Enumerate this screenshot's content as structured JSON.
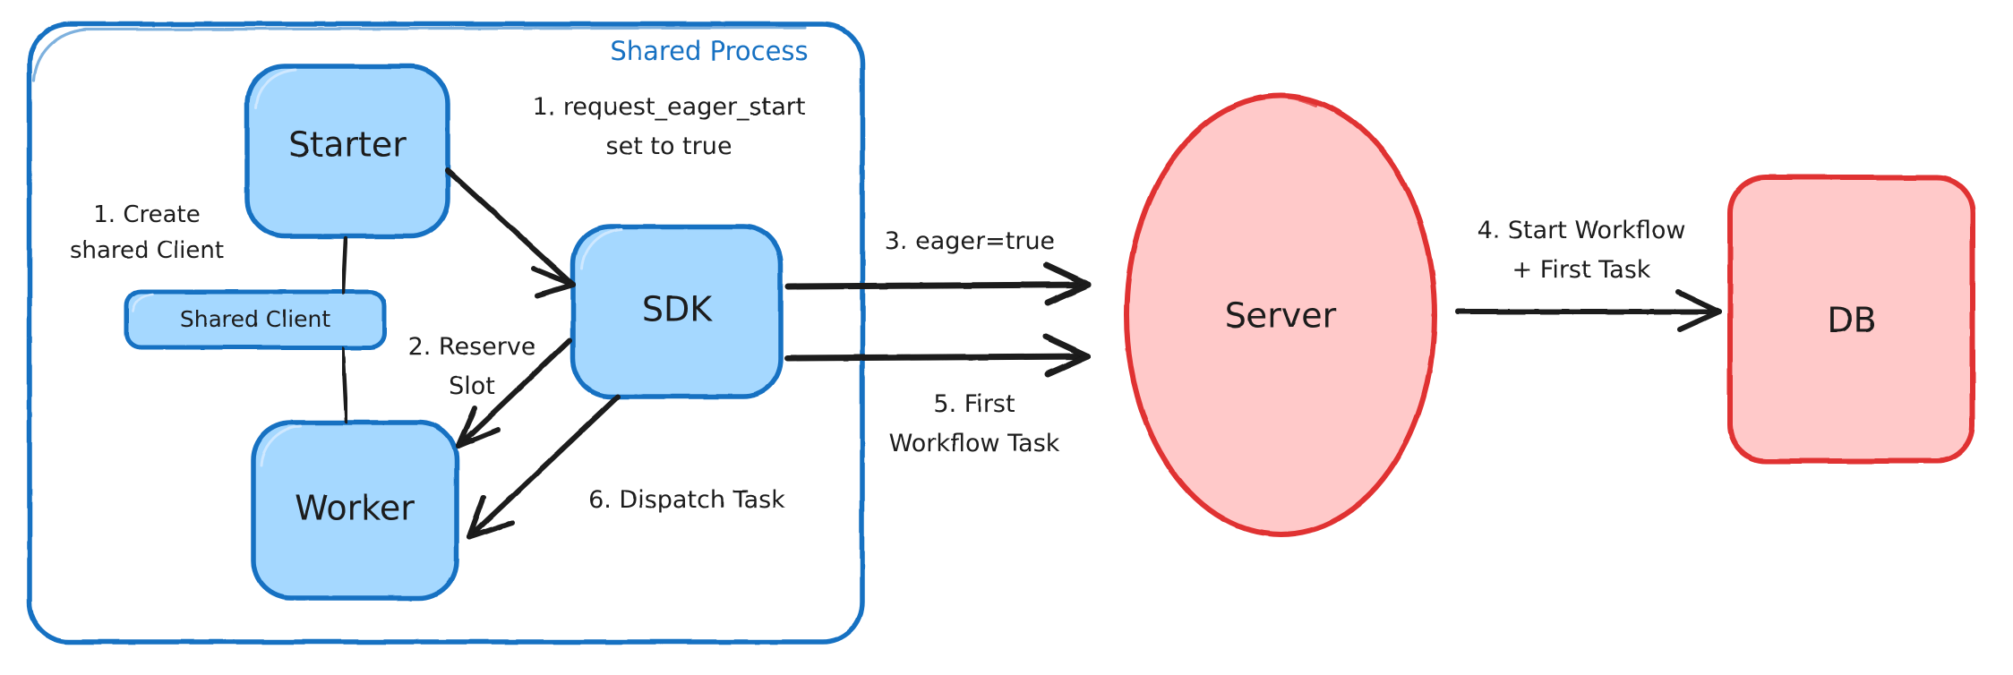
{
  "diagram": {
    "title": "Eager Workflow Start",
    "style": "hand-drawn excalidraw sketch",
    "background": "#ffffff"
  },
  "colors": {
    "blue_fill": "#a5d8ff",
    "blue_stroke": "#1971c2",
    "blue_text": "#1971c2",
    "red_fill": "#ffc9c9",
    "red_stroke": "#e03131",
    "text": "#1a1a1a",
    "arrow": "#1a1a1a"
  },
  "container": {
    "name": "shared-process",
    "label": "Shared Process",
    "label_color": "#1971c2",
    "fill": "none",
    "stroke": "#1971c2"
  },
  "nodes": [
    {
      "id": "starter",
      "label": "Starter",
      "shape": "rounded-rect",
      "fill": "#a5d8ff",
      "stroke": "#1971c2"
    },
    {
      "id": "shared-client",
      "label": "Shared Client",
      "shape": "rounded-rect",
      "fill": "#a5d8ff",
      "stroke": "#1971c2"
    },
    {
      "id": "worker",
      "label": "Worker",
      "shape": "rounded-rect",
      "fill": "#a5d8ff",
      "stroke": "#1971c2"
    },
    {
      "id": "sdk",
      "label": "SDK",
      "shape": "rounded-rect",
      "fill": "#a5d8ff",
      "stroke": "#1971c2"
    },
    {
      "id": "server",
      "label": "Server",
      "shape": "ellipse",
      "fill": "#ffc9c9",
      "stroke": "#e03131"
    },
    {
      "id": "db",
      "label": "DB",
      "shape": "rounded-rect",
      "fill": "#ffc9c9",
      "stroke": "#e03131"
    }
  ],
  "edges": [
    {
      "id": "create-shared-client",
      "from": "starter",
      "to": "worker",
      "via": "shared-client",
      "label_lines": [
        "1. Create",
        "shared Client"
      ],
      "arrowhead": false
    },
    {
      "id": "request-eager-start",
      "from": "starter",
      "to": "sdk",
      "label_lines": [
        "1. request_eager_start",
        "set to true"
      ],
      "arrowhead": true
    },
    {
      "id": "reserve-slot",
      "from": "sdk",
      "to": "worker",
      "label_lines": [
        "2. Reserve",
        "Slot"
      ],
      "arrowhead": true
    },
    {
      "id": "eager-true",
      "from": "sdk",
      "to": "server",
      "label_lines": [
        "3. eager=true"
      ],
      "arrowhead": true
    },
    {
      "id": "start-workflow-first-task",
      "from": "server",
      "to": "db",
      "label_lines": [
        "4. Start Workflow",
        "+ First Task"
      ],
      "arrowhead": true
    },
    {
      "id": "first-workflow-task",
      "from": "server",
      "to": "sdk",
      "label_lines": [
        "5. First",
        "Workflow Task"
      ],
      "arrowhead": true
    },
    {
      "id": "dispatch-task",
      "from": "sdk",
      "to": "worker",
      "label_lines": [
        "6. Dispatch Task"
      ],
      "arrowhead": true
    }
  ],
  "labels": {
    "shared_process": "Shared Process",
    "starter": "Starter",
    "shared_client": "Shared Client",
    "worker": "Worker",
    "sdk": "SDK",
    "server": "Server",
    "db": "DB",
    "e1_line1": "1. request_eager_start",
    "e1_line2": "set to true",
    "e2_line1": "1. Create",
    "e2_line2": "shared Client",
    "e3_line1": "2. Reserve",
    "e3_line2": "Slot",
    "e4_line1": "3. eager=true",
    "e5_line1": "4. Start Workflow",
    "e5_line2": "+ First Task",
    "e6_line1": "5. First",
    "e6_line2": "Workflow Task",
    "e7_line1": "6. Dispatch Task"
  }
}
